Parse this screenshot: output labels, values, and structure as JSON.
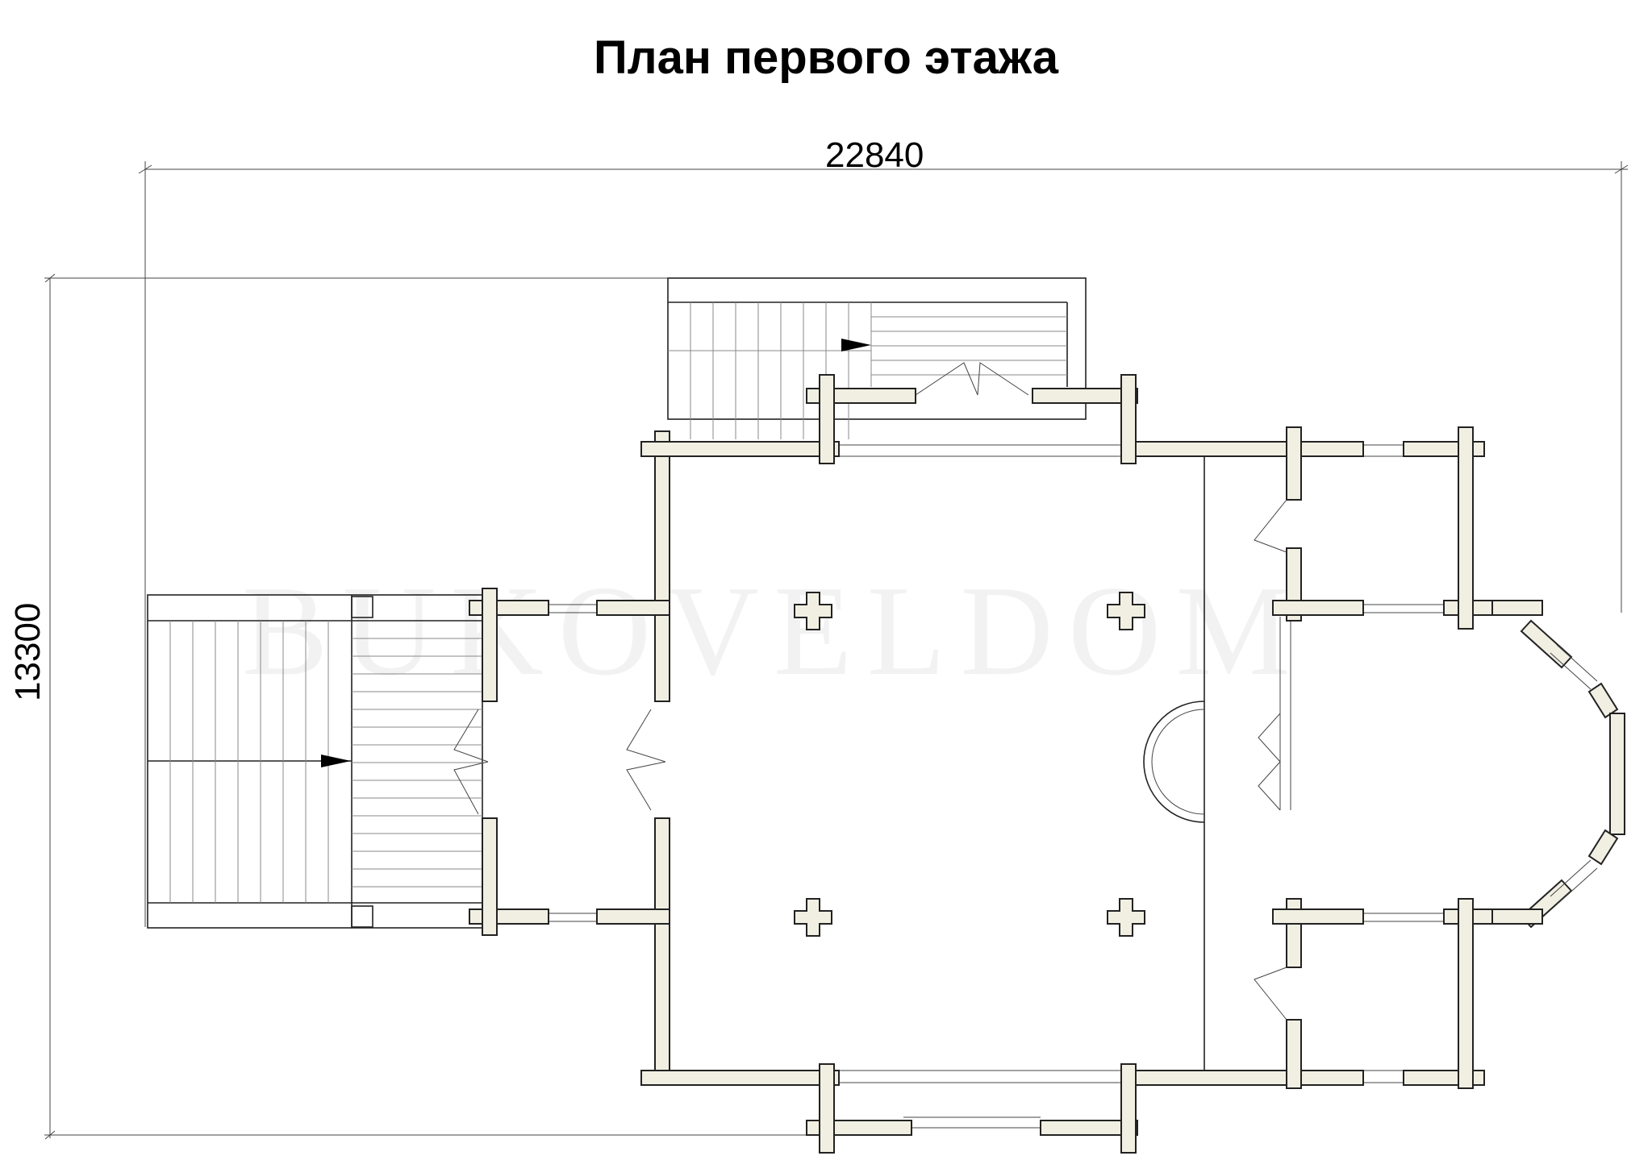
{
  "title": "План первого этажа",
  "dimensions": {
    "width": "22840",
    "height": "13300"
  },
  "watermark": "BUKOVELDOM",
  "colors": {
    "wall_fill": "#f1efe2",
    "stroke": "#222222"
  }
}
